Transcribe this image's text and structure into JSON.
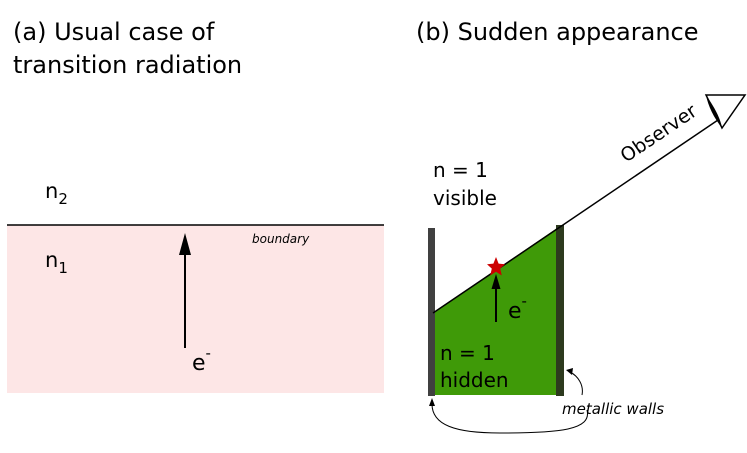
{
  "panel_a": {
    "title_line1": "(a) Usual case of",
    "title_line2": "transition radiation",
    "n2_label": "n",
    "n2_sub": "2",
    "n1_label": "n",
    "n1_sub": "1",
    "boundary_label": "boundary",
    "electron_label": "e",
    "electron_sup": "-"
  },
  "panel_b": {
    "title": "(b) Sudden appearance",
    "visible_line1": "n = 1",
    "visible_line2": "visible",
    "hidden_line1": "n = 1",
    "hidden_line2": "hidden",
    "electron_label": "e",
    "electron_sup": "-",
    "observer_label": "Observer",
    "walls_label": "metallic walls"
  },
  "colors": {
    "medium_fill": "#fde6e6",
    "green_fill": "#3f9a08",
    "wall": "#404040",
    "star": "#cc0000"
  }
}
